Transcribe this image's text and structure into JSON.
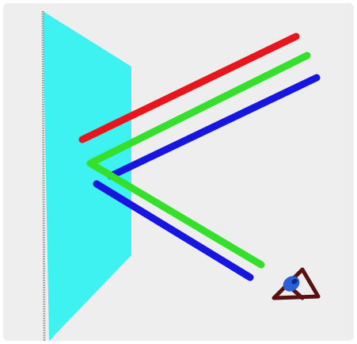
{
  "diagram": {
    "description_free": true,
    "colors": {
      "background": "#eeeeee",
      "border": "#ffffff",
      "screen_fill": "#3ef2f2",
      "screen_edge": "#9a9a9a",
      "ray_red": "#e8161c",
      "ray_green": "#34e02c",
      "ray_blue": "#1616e0",
      "eye_outline": "#5a1010",
      "eye_iris": "#2a5fd6",
      "eye_iris_dark": "#0c2a8a"
    },
    "elements": {
      "screen": {
        "shape": "slanted-panel"
      },
      "rays": [
        {
          "color": "red",
          "path": "straight"
        },
        {
          "color": "green",
          "path": "reflected"
        },
        {
          "color": "blue",
          "path": "reflected"
        }
      ],
      "observer": {
        "icon": "eye-icon"
      }
    }
  }
}
